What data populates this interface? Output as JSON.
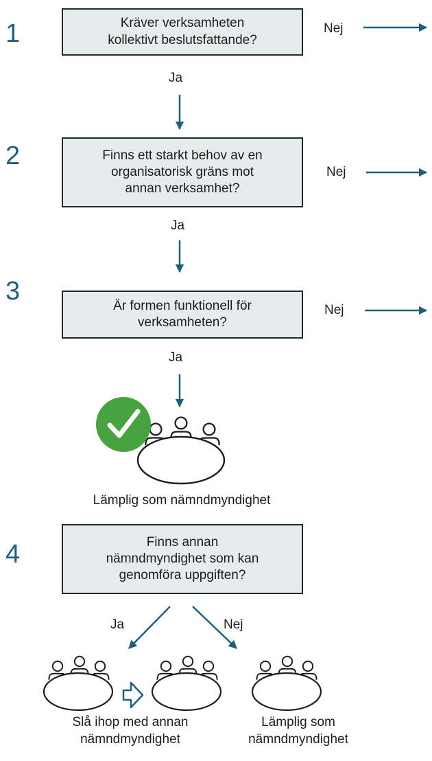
{
  "steps": [
    {
      "number": "1",
      "question": "Kräver verksamheten\nkollektivt beslutsfattande?",
      "no_label": "Nej",
      "yes_label": "Ja"
    },
    {
      "number": "2",
      "question": "Finns ett starkt behov av en\norganisatorisk gräns mot\nannan verksamhet?",
      "no_label": "Nej",
      "yes_label": "Ja"
    },
    {
      "number": "3",
      "question": "Är formen funktionell för\nverksamheten?",
      "no_label": "Nej",
      "yes_label": "Ja"
    },
    {
      "number": "4",
      "question": "Finns annan\nnämndmyndighet som kan\ngenomföra uppgiften?",
      "yes_label": "Ja",
      "no_label": "Nej"
    }
  ],
  "result_suitable": "Lämplig som nämndmyndighet",
  "result_merge": "Slå ihop med annan\nnämndmyndighet",
  "result_suitable_2": "Lämplig som\nnämndmyndighet",
  "colors": {
    "accent": "#1f5f7e",
    "box_fill": "#e6ebeb",
    "check_green": "#46a33e",
    "stroke": "#1d1d1d"
  },
  "icons": [
    "check-icon",
    "meeting-table-icon",
    "arrow-right-icon"
  ]
}
